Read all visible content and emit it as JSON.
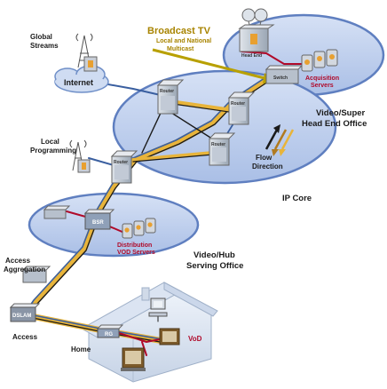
{
  "labels": {
    "broadcast_tv": "Broadcast TV",
    "broadcast_sub1": "Local and National",
    "broadcast_sub2": "Multicast",
    "global_streams_1": "Global",
    "global_streams_2": "Streams",
    "internet": "Internet",
    "headend_box": "Head End",
    "switch": "Switch",
    "acquisition_1": "Acquisition",
    "acquisition_2": "Servers",
    "video_super_1": "Video/Super",
    "video_super_2": "Head End Office",
    "local_prog_1": "Local",
    "local_prog_2": "Programming",
    "router": "Router",
    "flow_1": "Flow",
    "flow_2": "Direction",
    "ip_core": "IP Core",
    "bsr": "BSR",
    "distribution_1": "Distribution",
    "distribution_2": "VOD Servers",
    "video_hub_1": "Video/Hub",
    "video_hub_2": "Serving Office",
    "access_agg_1": "Access",
    "access_agg_2": "Aggregation",
    "dslam": "DSLAM",
    "access": "Access",
    "home": "Home",
    "rg": "RG",
    "vod": "VoD"
  },
  "colors": {
    "ellipse_fill": "#c7d6f0",
    "ellipse_stroke": "#5f7fc0",
    "gold_link": "#e8b43a",
    "blue_link": "#3a5fa0",
    "black_link": "#1a1a1a",
    "red_link": "#b00a2a",
    "arrow_olive": "#b8a000"
  }
}
